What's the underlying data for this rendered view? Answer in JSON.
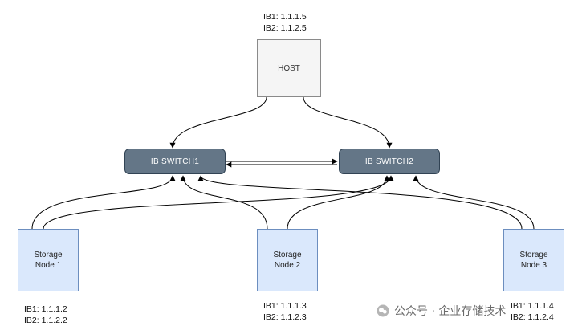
{
  "host": {
    "label": "HOST",
    "ib1": "IB1: 1.1.1.5",
    "ib2": "IB2: 1.1.2.5"
  },
  "switches": [
    {
      "label": "IB SWITCH1"
    },
    {
      "label": "IB SWITCH2"
    }
  ],
  "storage_nodes": [
    {
      "label_line1": "Storage",
      "label_line2": "Node 1",
      "ib1": "IB1: 1.1.1.2",
      "ib2": "IB2: 1.1.2.2"
    },
    {
      "label_line1": "Storage",
      "label_line2": "Node 2",
      "ib1": "IB1: 1.1.1.3",
      "ib2": "IB2: 1.1.2.3"
    },
    {
      "label_line1": "Storage",
      "label_line2": "Node 3",
      "ib1": "IB1: 1.1.1.4",
      "ib2": "IB2: 1.1.2.4"
    }
  ],
  "watermark": {
    "text": "公众号 · 企业存储技术"
  },
  "colors": {
    "switch_fill": "#647687",
    "switch_border": "#314354",
    "storage_fill": "#dae8fc",
    "storage_border": "#6c8ebf",
    "host_fill": "#f5f5f5",
    "connector": "#000000"
  }
}
